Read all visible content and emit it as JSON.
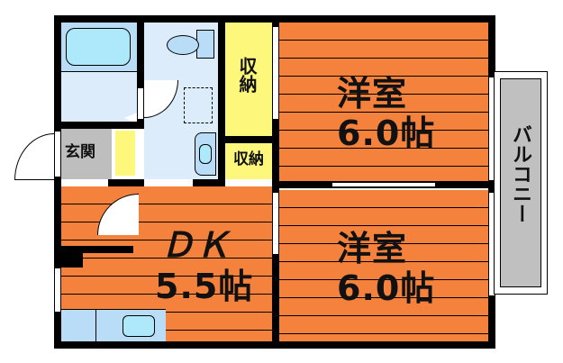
{
  "floorplan": {
    "colors": {
      "wall": "#000000",
      "room_floor": "#f5823c",
      "wet_area": "#dcecfb",
      "fixture": "#b9dcf7",
      "fixture_inner": "#aee9fb",
      "storage": "#fdf77c",
      "entrance": "#bebebe",
      "balcony": "#c0c0c0"
    },
    "rooms": {
      "western_room_top": {
        "name": "洋室",
        "size": "6.0帖"
      },
      "western_room_bottom": {
        "name": "洋室",
        "size": "6.0帖"
      },
      "dk": {
        "name": "ＤＫ",
        "size": "5.5帖"
      },
      "storage_large": {
        "name": "収納"
      },
      "storage_small": {
        "name": "収納"
      },
      "entrance": {
        "name": "玄関"
      },
      "balcony": {
        "name": "バルコニー"
      }
    },
    "fixtures": [
      "bathtub-icon",
      "toilet-icon",
      "washer-pan-icon",
      "washbasin-icon",
      "kitchen-sink-icon"
    ]
  }
}
